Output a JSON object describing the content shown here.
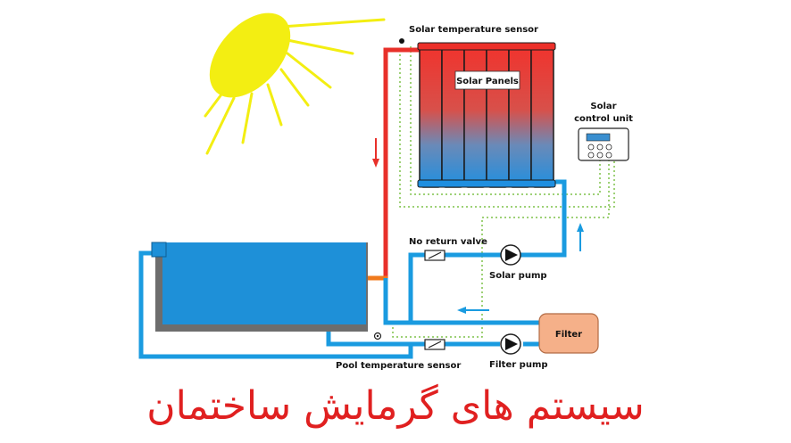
{
  "labels": {
    "solar_temp_sensor": "Solar temperature sensor",
    "solar_panels": "Solar Panels",
    "control_unit_line1": "Solar",
    "control_unit_line2": "control unit",
    "no_return_valve": "No return valve",
    "solar_pump": "Solar pump",
    "filter": "Filter",
    "filter_pump": "Filter pump",
    "pool_temp_sensor": "Pool temperature sensor"
  },
  "title_fa": "سیستم های گرمایش ساختمان",
  "colors": {
    "hot_pipe": "#e8302a",
    "cold_pipe": "#1a9be0",
    "pool_water": "#1e90d8",
    "pool_wall": "#6d6d6d",
    "sun": "#f3ee12",
    "filter_fill": "#f5b089",
    "sensor_wire": "#7fc24a",
    "title_red": "#e02020",
    "outlet_orange": "#f07a1c"
  },
  "icons": [
    "sun-icon",
    "pump-icon",
    "valve-icon",
    "control-unit-icon",
    "arrow-icon",
    "sensor-icon"
  ]
}
